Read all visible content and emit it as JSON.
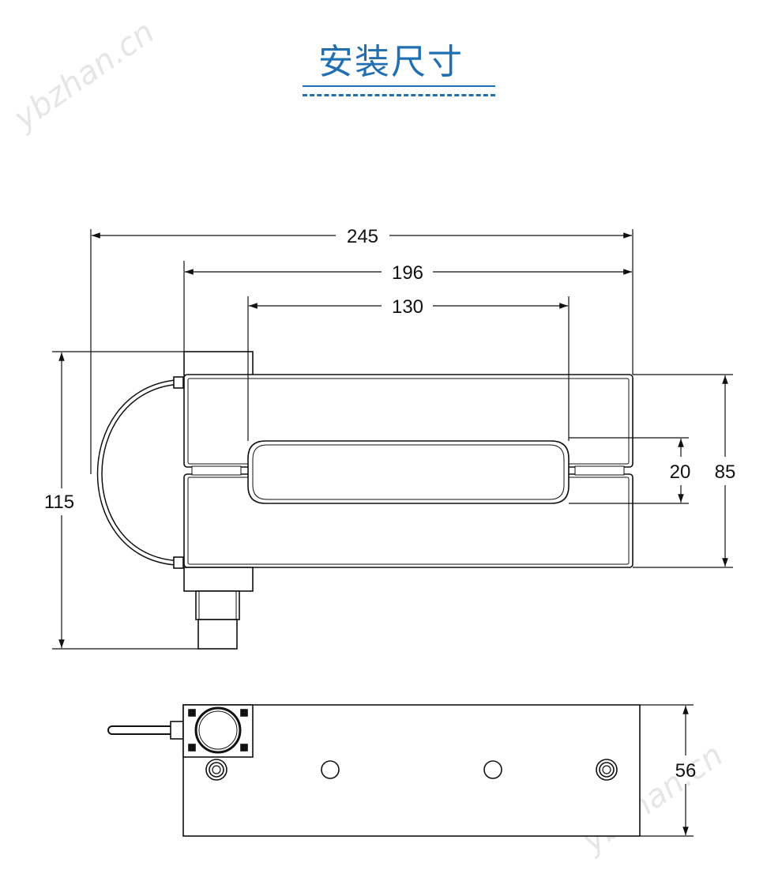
{
  "title": "安装尺寸",
  "watermark": "ybzhan.cn",
  "colors": {
    "title": "#1f6fb2",
    "line": "#111111",
    "watermark": "#e6e6e6"
  },
  "dimensions": {
    "top_view": {
      "overall_length": "245",
      "body_length": "196",
      "slot_length": "130",
      "overall_height": "115",
      "body_height": "85",
      "gap": "20"
    },
    "side_view": {
      "thickness": "56"
    }
  }
}
